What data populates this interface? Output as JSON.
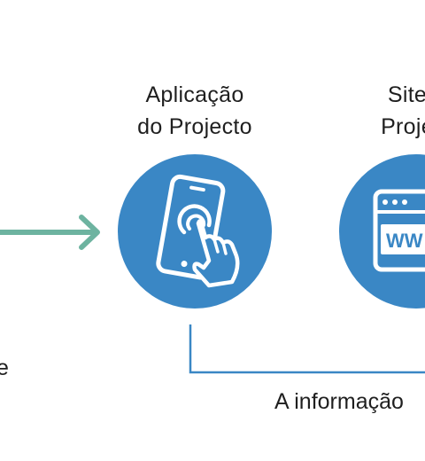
{
  "diagram": {
    "nodes": [
      {
        "id": "app",
        "label_lines": [
          "Aplicação",
          "do Projecto"
        ],
        "icon": "phone-touch-icon"
      },
      {
        "id": "site",
        "label_lines": [
          "Site",
          "Proje"
        ],
        "icon": "www-browser-icon",
        "icon_text": "WW"
      }
    ],
    "left_fragment": "e",
    "bottom_label": "A informação",
    "colors": {
      "circle": "#3a87c5",
      "arrow": "#6db3a0",
      "connector": "#3a87c5",
      "text": "#1f1f1f"
    }
  }
}
